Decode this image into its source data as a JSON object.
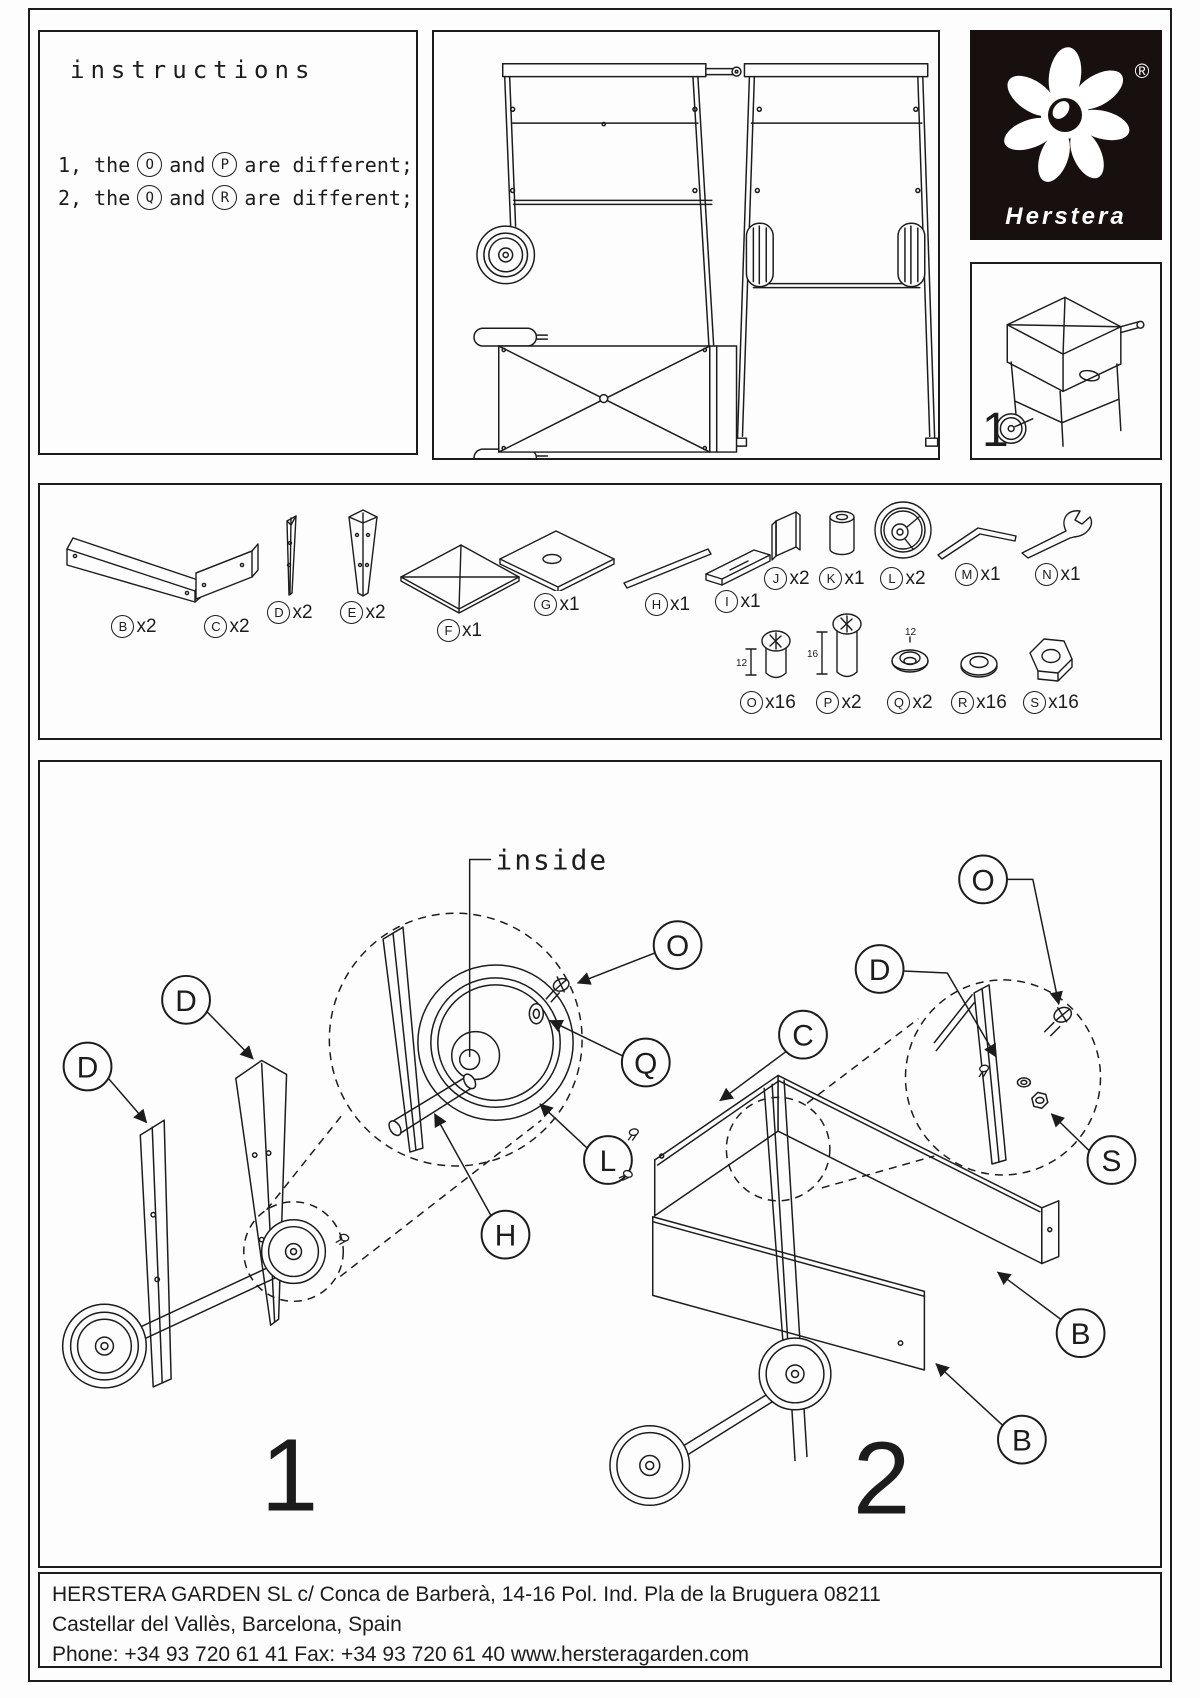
{
  "colors": {
    "ink": "#1c1c1c",
    "logo_bg": "#18100e",
    "paper": "#fdfdfd"
  },
  "instructions": {
    "title": "instructions",
    "lines": [
      {
        "prefix": "1, the",
        "letter1": "O",
        "middle": "and",
        "letter2": "P",
        "suffix": "are different;"
      },
      {
        "prefix": "2, the",
        "letter1": "Q",
        "middle": "and",
        "letter2": "R",
        "suffix": "are different;"
      }
    ]
  },
  "logo": {
    "brand": "Herstera",
    "registered": "®"
  },
  "thumb": {
    "step_number": "1"
  },
  "parts": {
    "row1": [
      {
        "letter": "B",
        "qty": "x2"
      },
      {
        "letter": "C",
        "qty": "x2"
      },
      {
        "letter": "D",
        "qty": "x2"
      },
      {
        "letter": "E",
        "qty": "x2"
      },
      {
        "letter": "F",
        "qty": "x1"
      },
      {
        "letter": "G",
        "qty": "x1"
      },
      {
        "letter": "H",
        "qty": "x1"
      },
      {
        "letter": "I",
        "qty": "x1"
      },
      {
        "letter": "J",
        "qty": "x2"
      },
      {
        "letter": "K",
        "qty": "x1"
      },
      {
        "letter": "L",
        "qty": "x2"
      },
      {
        "letter": "M",
        "qty": "x1"
      },
      {
        "letter": "N",
        "qty": "x1"
      }
    ],
    "row2": [
      {
        "letter": "O",
        "qty": "x16",
        "dim": "12"
      },
      {
        "letter": "P",
        "qty": "x2",
        "dim": "16"
      },
      {
        "letter": "Q",
        "qty": "x2",
        "dim": "12"
      },
      {
        "letter": "R",
        "qty": "x16"
      },
      {
        "letter": "S",
        "qty": "x16"
      }
    ]
  },
  "diagram": {
    "inside_label": "inside",
    "step1": {
      "number": "1",
      "labels": [
        "D",
        "D",
        "O",
        "Q",
        "L",
        "H"
      ]
    },
    "step2": {
      "number": "2",
      "labels": [
        "O",
        "D",
        "C",
        "S",
        "B",
        "B"
      ]
    }
  },
  "footer": {
    "line1": "HERSTERA GARDEN SL  c/ Conca de Barberà, 14-16 Pol. Ind. Pla de la Bruguera 08211",
    "line2": "Castellar del Vallès, Barcelona, Spain",
    "line3": "Phone: +34 93 720 61 41  Fax: +34 93 720 61 40   www.hersteragarden.com"
  }
}
